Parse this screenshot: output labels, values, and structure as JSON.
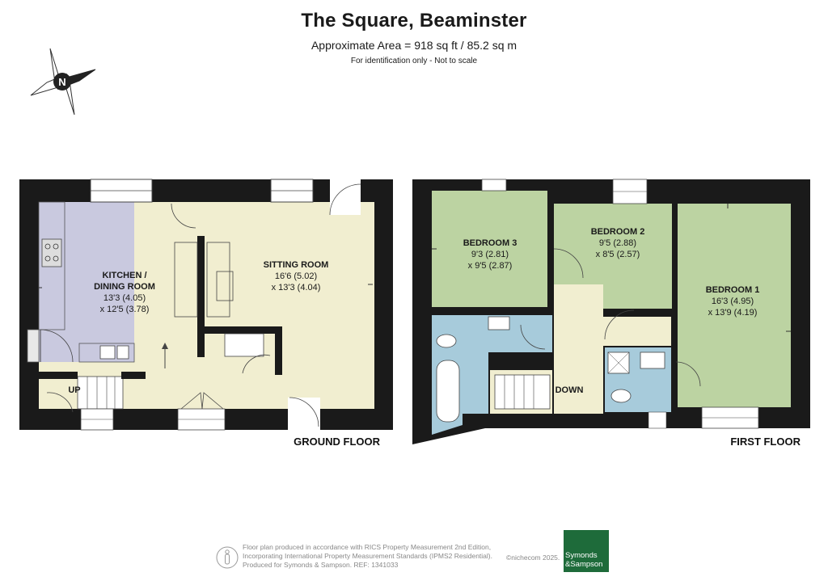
{
  "header": {
    "title": "The Square, Beaminster",
    "area": "Approximate Area = 918 sq ft / 85.2 sq m",
    "note": "For identification only - Not to scale"
  },
  "compass": {
    "letter": "N"
  },
  "ground_floor": {
    "label": "GROUND FLOOR",
    "kitchen": {
      "name1": "KITCHEN /",
      "name2": "DINING ROOM",
      "dim1": "13'3 (4.05)",
      "dim2": "x 12'5 (3.78)"
    },
    "sitting": {
      "name": "SITTING ROOM",
      "dim1": "16'6 (5.02)",
      "dim2": "x 13'3 (4.04)"
    },
    "stairs": "UP"
  },
  "first_floor": {
    "label": "FIRST FLOOR",
    "bedroom3": {
      "name": "BEDROOM 3",
      "dim1": "9'3 (2.81)",
      "dim2": "x 9'5 (2.87)"
    },
    "bedroom2": {
      "name": "BEDROOM 2",
      "dim1": "9'5 (2.88)",
      "dim2": "x 8'5 (2.57)"
    },
    "bedroom1": {
      "name": "BEDROOM 1",
      "dim1": "16'3 (4.95)",
      "dim2": "x 13'9 (4.19)"
    },
    "stairs": "DOWN"
  },
  "colors": {
    "wall": "#1a1a1a",
    "kitchen": "#c9c9df",
    "sitting": "#f1eed0",
    "bedroom": "#bcd3a2",
    "bathroom": "#a7cbdb",
    "landing": "#f1eed0"
  },
  "footer": {
    "line1": "Floor plan produced in accordance with RICS Property Measurement 2nd Edition,",
    "line2": "Incorporating International Property Measurement Standards (IPMS2 Residential).",
    "line3": "Produced for Symonds & Sampson.   REF:  1341033",
    "copyright": "©nichecom 2025.",
    "logo_line1": "Symonds",
    "logo_line2": "&Sampson"
  }
}
